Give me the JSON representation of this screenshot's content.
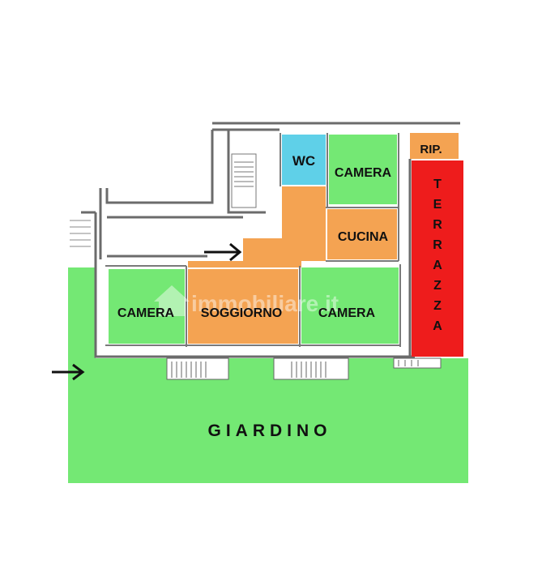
{
  "colors": {
    "garden": "#74e874",
    "bedroom": "#74e874",
    "living": "#f4a352",
    "hall": "#f4a352",
    "kitchen": "#f4a352",
    "storage": "#f4a352",
    "wc": "#5fd0e8",
    "terrace": "#ee1c1c",
    "wall": "#6b6b6b"
  },
  "rooms": {
    "wc": "WC",
    "camera_top": "CAMERA",
    "rip": "RIP.",
    "cucina": "CUCINA",
    "camera_left": "CAMERA",
    "soggiorno": "SOGGIORNO",
    "camera_right": "CAMERA",
    "terrazza": "TERRAZZA",
    "giardino": "GIARDINO"
  },
  "watermark": "immobiliare.it",
  "icons": [
    "entrance-arrow-icon",
    "entrance-arrow-icon",
    "house-logo-icon"
  ]
}
